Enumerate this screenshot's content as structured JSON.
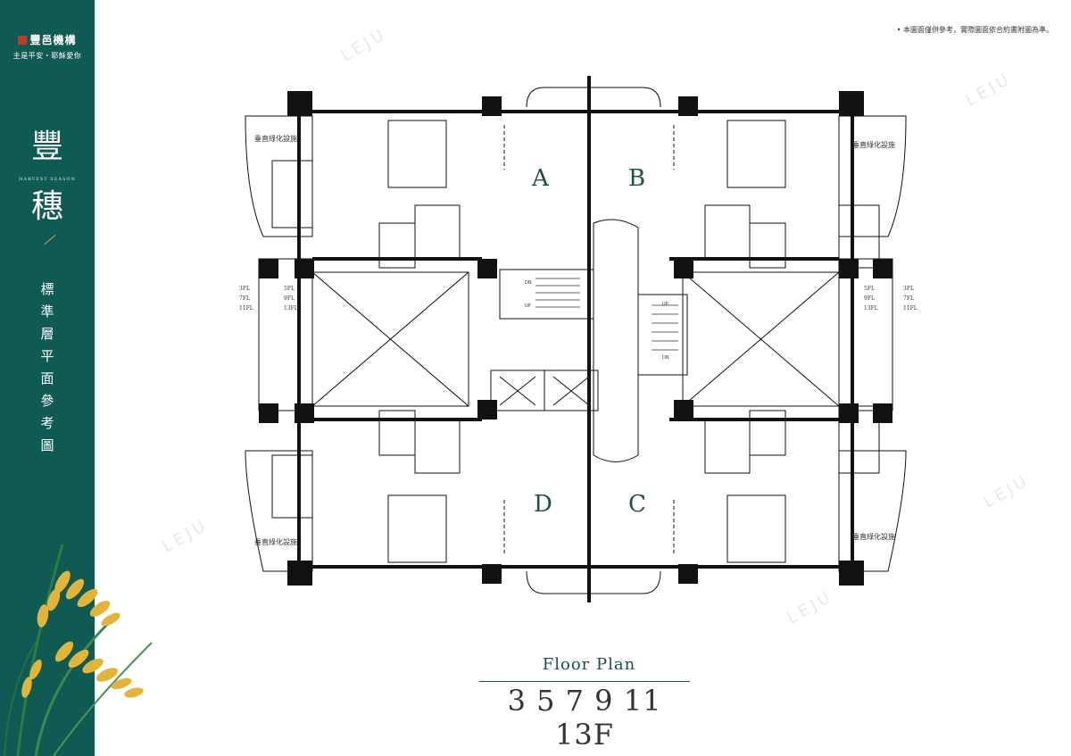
{
  "brand": {
    "name": "豐邑機構",
    "slogan": "主是平安・耶穌愛你",
    "color": "#0f5a53",
    "logo_icon": "brand-logo-icon"
  },
  "project": {
    "name_1": "豐",
    "name_2": "穗",
    "name_en": "HARVEST SEASON"
  },
  "plan_title": [
    "標",
    "準",
    "層",
    "平",
    "面",
    "參",
    "考",
    "圖"
  ],
  "note": "• 本圖面僅供參考，實際圖面依合約書附圖為準。",
  "watermark": "LEJU",
  "units": {
    "a": "A",
    "b": "B",
    "c": "C",
    "d": "D"
  },
  "greening": [
    "垂直綠化設施",
    "垂直綠化設施",
    "垂直綠化設施",
    "垂直綠化設施"
  ],
  "floor_labels": {
    "left_outer": [
      "3FL",
      "7FL",
      "11FL"
    ],
    "left_inner": [
      "5FL",
      "9FL",
      "13FL"
    ],
    "right_inner": [
      "5FL",
      "9FL",
      "13FL"
    ],
    "right_outer": [
      "3FL",
      "7FL",
      "11FL"
    ]
  },
  "stair": {
    "dn": "DN",
    "up": "UP"
  },
  "caption": {
    "en": "Floor Plan",
    "floors": "3 5 7 9 11 13F"
  },
  "colors": {
    "accent": "#0f5a53",
    "gold": "#c7a85a",
    "wall": "#111111"
  }
}
